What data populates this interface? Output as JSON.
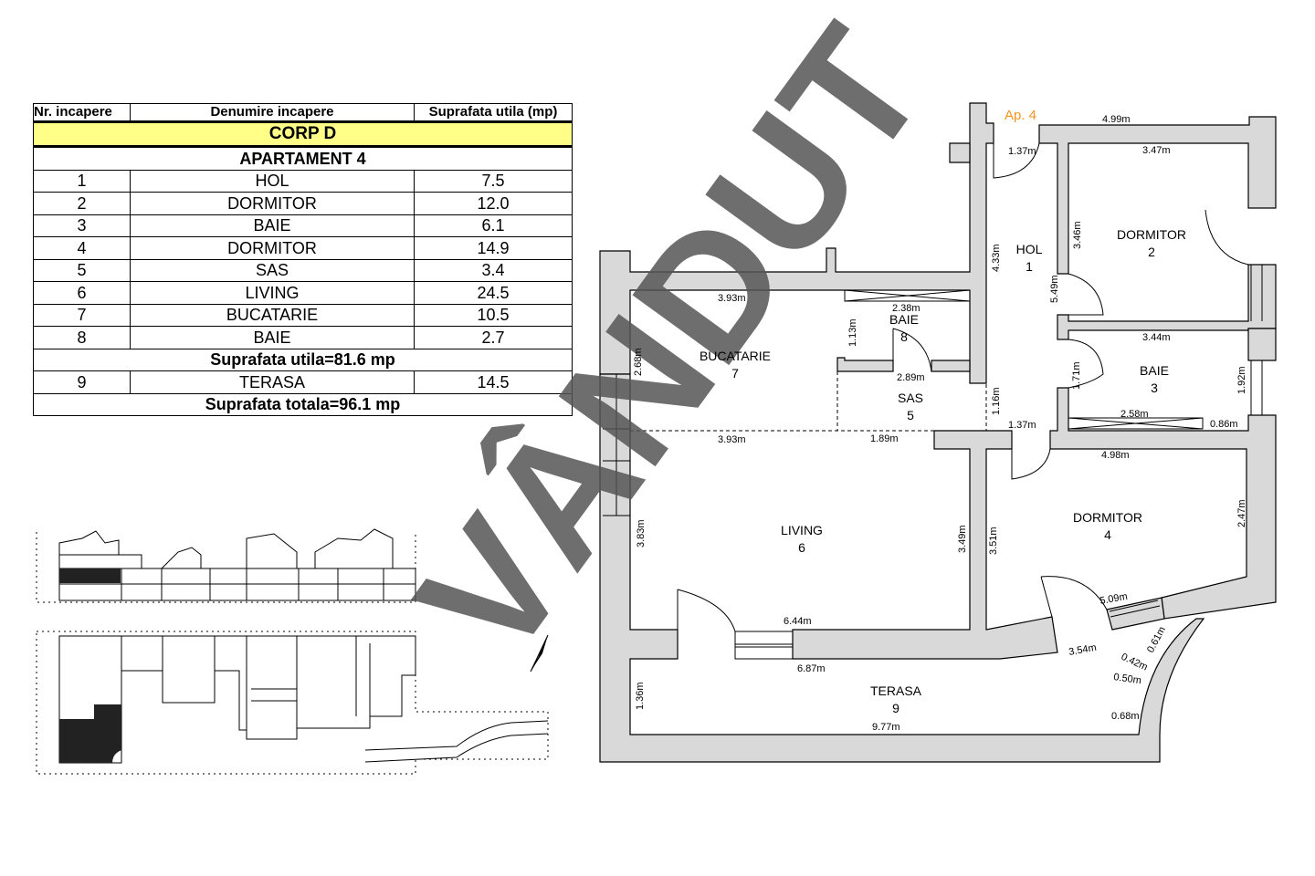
{
  "table": {
    "headers": [
      "Nr. incapere",
      "Denumire incapere",
      "Suprafata utila (mp)"
    ],
    "building": "CORP D",
    "apartment": "APARTAMENT 4",
    "rooms": [
      {
        "nr": "1",
        "name": "HOL",
        "area": "7.5"
      },
      {
        "nr": "2",
        "name": "DORMITOR",
        "area": "12.0"
      },
      {
        "nr": "3",
        "name": "BAIE",
        "area": "6.1"
      },
      {
        "nr": "4",
        "name": "DORMITOR",
        "area": "14.9"
      },
      {
        "nr": "5",
        "name": "SAS",
        "area": "3.4"
      },
      {
        "nr": "6",
        "name": "LIVING",
        "area": "24.5"
      },
      {
        "nr": "7",
        "name": "BUCATARIE",
        "area": "10.5"
      },
      {
        "nr": "8",
        "name": "BAIE",
        "area": "2.7"
      }
    ],
    "useful_total": "Suprafata utila=81.6 mp",
    "terrace": {
      "nr": "9",
      "name": "TERASA",
      "area": "14.5"
    },
    "grand_total": "Suprafata totala=96.1 mp"
  },
  "plan": {
    "apartment_label": "Ap. 4",
    "apartment_label_color": "#f7931e",
    "wall_color": "#d9d9d9",
    "watermark": "VÂNDUT",
    "rooms": {
      "hol": {
        "name": "HOL",
        "nr": "1"
      },
      "dorm2": {
        "name": "DORMITOR",
        "nr": "2"
      },
      "baie3": {
        "name": "BAIE",
        "nr": "3"
      },
      "dorm4": {
        "name": "DORMITOR",
        "nr": "4"
      },
      "sas": {
        "name": "SAS",
        "nr": "5"
      },
      "living": {
        "name": "LIVING",
        "nr": "6"
      },
      "buc": {
        "name": "BUCATARIE",
        "nr": "7"
      },
      "baie8": {
        "name": "BAIE",
        "nr": "8"
      },
      "terasa": {
        "name": "TERASA",
        "nr": "9"
      }
    },
    "dims": {
      "d499": "4.99m",
      "d137a": "1.37m",
      "d347": "3.47m",
      "d346": "3.46m",
      "d433": "4.33m",
      "d549": "5.49m",
      "d393a": "3.93m",
      "d238": "2.38m",
      "d113": "1.13m",
      "d268": "2.68m",
      "d289": "2.89m",
      "d116": "1.16m",
      "d344": "3.44m",
      "d171": "1.71m",
      "d192": "1.92m",
      "d258": "2.58m",
      "d086": "0.86m",
      "d137b": "1.37m",
      "d393b": "3.93m",
      "d189": "1.89m",
      "d498": "4.98m",
      "d247": "2.47m",
      "d383": "3.83m",
      "d349": "3.49m",
      "d351": "3.51m",
      "d509": "5.09m",
      "d644": "6.44m",
      "d687": "6.87m",
      "d354": "3.54m",
      "d042": "0.42m",
      "d061": "0.61m",
      "d050": "0.50m",
      "d136": "1.36m",
      "d068": "0.68m",
      "d977": "9.77m"
    }
  }
}
